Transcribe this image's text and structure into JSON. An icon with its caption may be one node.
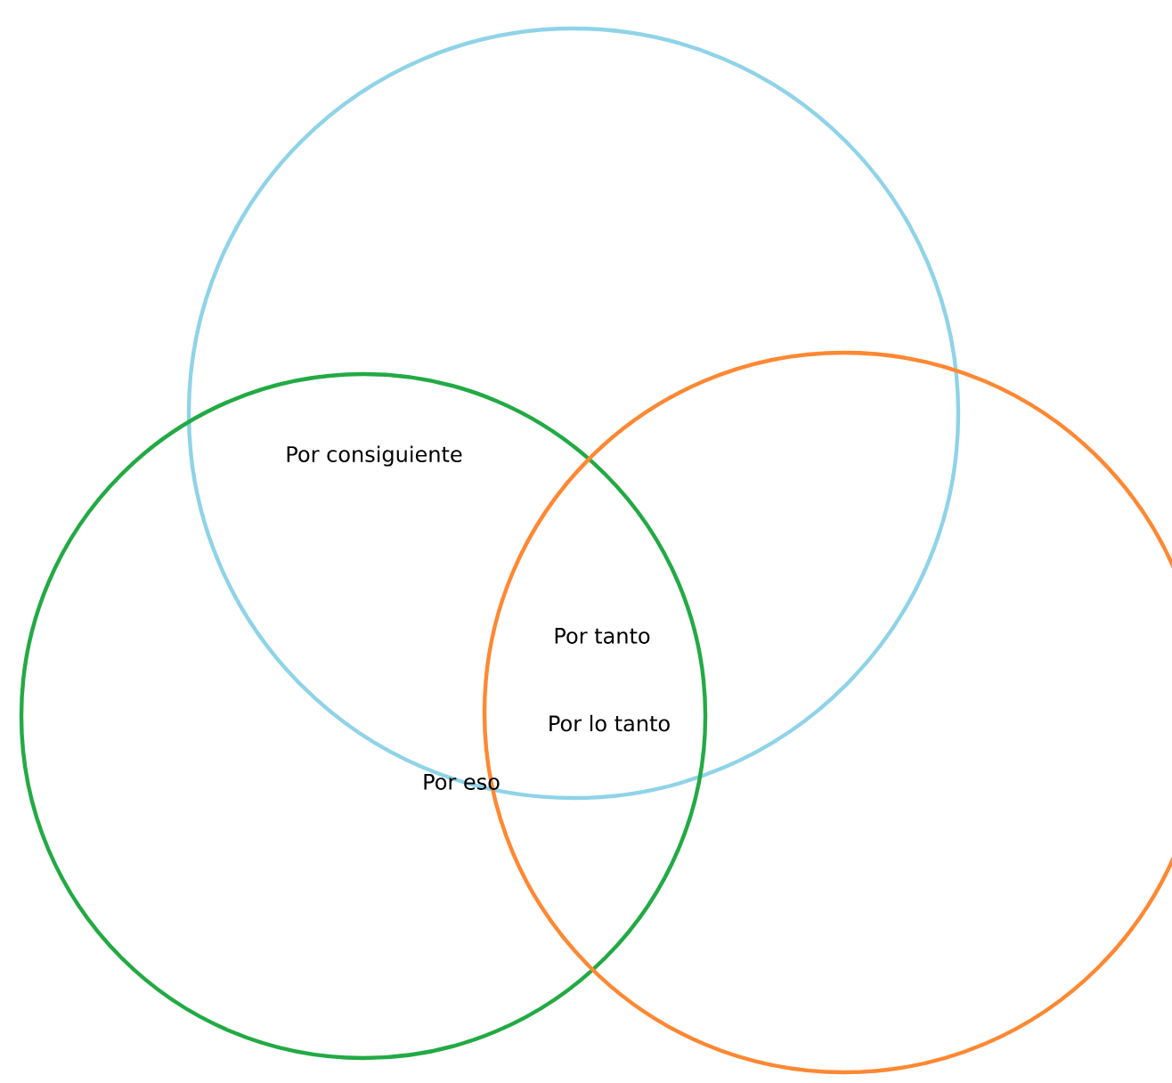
{
  "diagram": {
    "labels": [
      "Por consiguiente",
      "Por tanto",
      "Por lo tanto",
      "Por eso"
    ]
  }
}
